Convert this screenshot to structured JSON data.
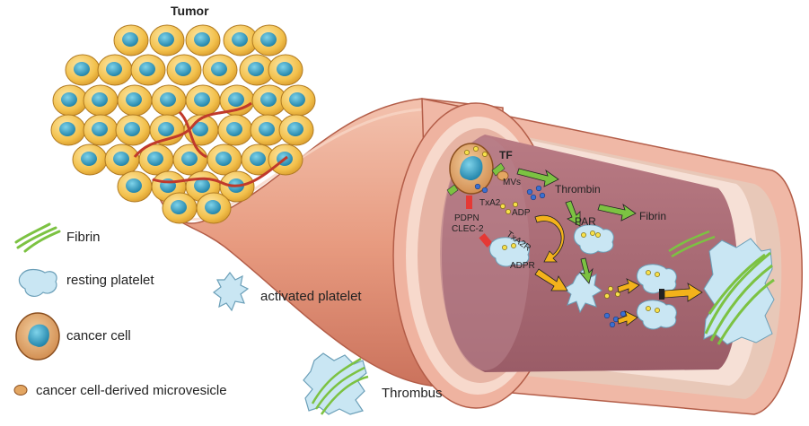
{
  "tumor_title": "Tumor",
  "legend": {
    "fibrin": "Fibrin",
    "resting_platelet": "resting platelet",
    "activated_platelet": "activated platelet",
    "cancer_cell": "cancer cell",
    "microvesicle": "cancer cell-derived microvesicle",
    "thrombus": "Thrombus"
  },
  "vessel_labels": {
    "tf": "TF",
    "mvs": "MVs",
    "thrombin": "Thrombin",
    "fibrin": "Fibrin",
    "txa2": "TxA2",
    "adp": "ADP",
    "par": "PAR",
    "pdpn": "PDPN",
    "clec2": "CLEC-2",
    "txa2r": "TxA2R",
    "adpr": "ADPR"
  },
  "colors": {
    "cancer_cell_fill": "#f2c04b",
    "nucleus": "#2aa3c9",
    "vessel_wall": "#e8a08a",
    "lumen": "#a86c77",
    "platelet": "#c9e6f3",
    "fibrin": "#7cc242",
    "arrow_green": "#7cc242",
    "arrow_orange": "#f3b21b",
    "inhibit_red": "#e53935"
  }
}
